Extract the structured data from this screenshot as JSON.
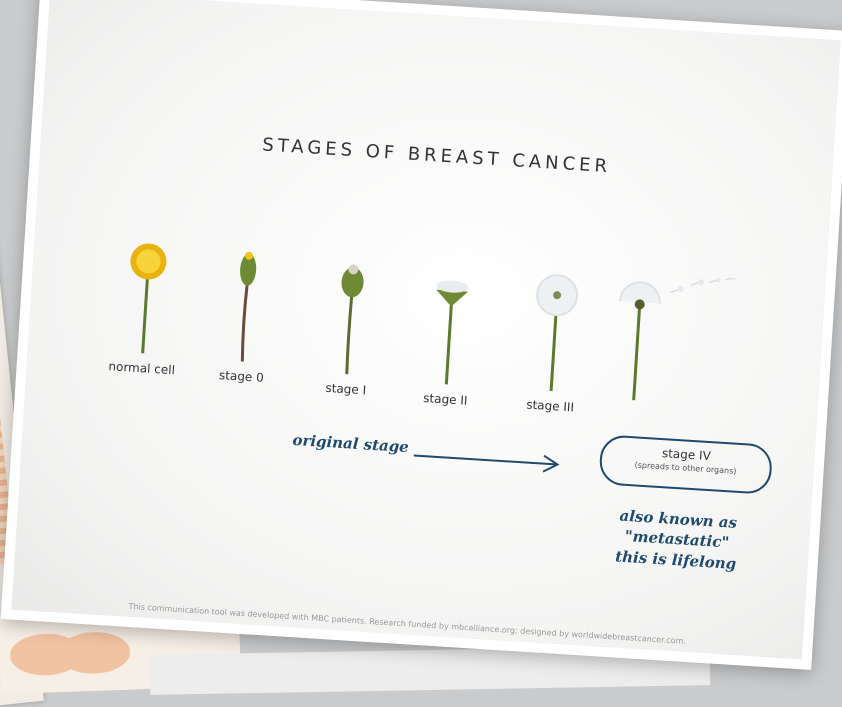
{
  "title": "STAGES OF BREAST CANCER",
  "stages": [
    {
      "label": "normal cell"
    },
    {
      "label": "stage 0"
    },
    {
      "label": "stage I"
    },
    {
      "label": "stage II"
    },
    {
      "label": "stage III"
    },
    {
      "label": "stage IV",
      "sublabel": "(spreads to other organs)"
    }
  ],
  "annotations": {
    "original": "original stage",
    "metastatic_line1": "also known as \"metastatic\"",
    "metastatic_line2": "this is lifelong"
  },
  "footer": "This communication tool was developed with MBC patients. Research funded by mbcalliance.org; designed by worldwidebreastcancer.com.",
  "colors": {
    "annotation": "#1f4a6e",
    "stem": "#5d7a2c",
    "flower_yellow": "#f2c417"
  }
}
